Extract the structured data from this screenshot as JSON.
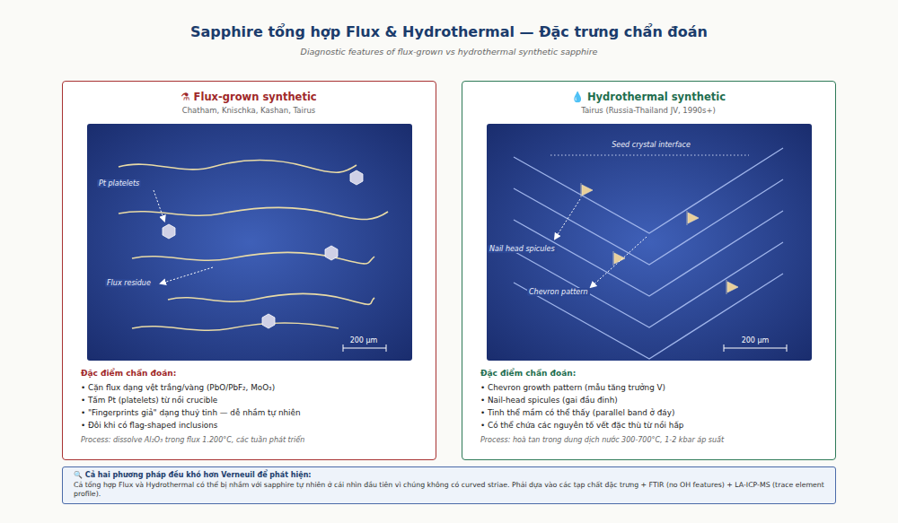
{
  "diagram": {
    "title": "Sapphire tổng hợp Flux & Hydrothermal — Đặc trưng chẩn đoán",
    "caption": "Diagnostic features of flux-grown vs hydrothermal synthetic sapphire",
    "nodes": [
      {
        "text": [
          "⚗ Flux-grown synthetic",
          "Chatham, Knischka, Kashan, Tairus",
          "Đặc điểm chẩn đoán:",
          "• Cặn flux dạng vệt trắng/vàng (PbO/PbF₂, MoO₃)",
          "• Tấm Pt (platelets) từ nồi crucible",
          "• \"Fingerprints giả\" dạng thuỷ tinh — dễ nhầm tự nhiên",
          "• Đôi khi có flag-shaped inclusions",
          "Process: dissolve Al₂O₃ trong flux 1.200°C, các tuần phát triển"
        ]
      },
      {
        "text": [
          "💧 Hydrothermal synthetic",
          "Tairus (Russia-Thailand JV, 1990s+)",
          "Đặc điểm chẩn đoán:",
          "• Chevron growth pattern (mẫu tăng trưởng V)",
          "• Nail-head spicules (gai đầu đinh)",
          "• Tinh thể mầm có thể thấy (parallel band ở đáy)",
          "• Có thể chứa các nguyên tố vết đặc thù từ nồi hấp",
          "Process: hoà tan trong dung dịch nước 300-700°C, 1-2 kbar áp suất"
        ]
      },
      {
        "text": [
          "🔍 Cả hai phương pháp đều khó hơn Verneuil để phát hiện:",
          "Cả tổng hợp Flux và Hydrothermal có thể bị nhầm với sapphire tự nhiên ở cái nhìn đầu tiên vì chúng không có curved striae. Phải dựa vào các tạp chất đặc trưng + FTIR (no OH features) + LA-ICP-MS (trace element profile)."
        ]
      }
    ],
    "labels": [
      "Pt platelets",
      "Flux residue",
      "200 µm",
      "Seed crystal interface",
      "Nail head spicules",
      "Chevron pattern",
      "200 µm"
    ]
  }
}
